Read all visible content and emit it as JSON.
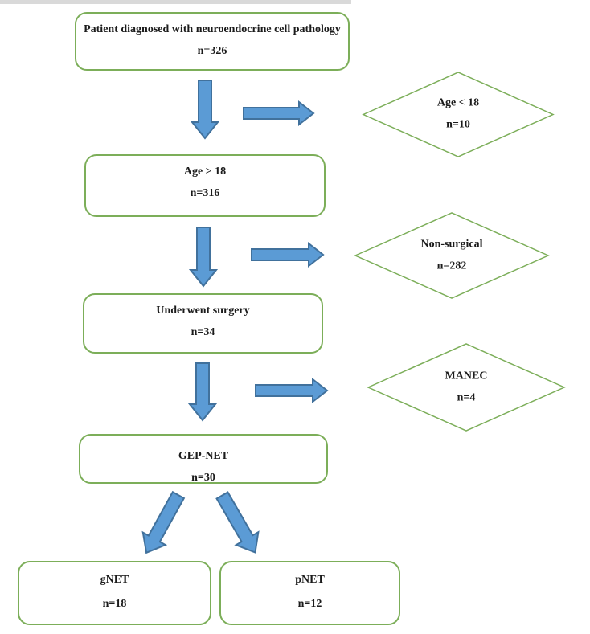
{
  "colors": {
    "node_border": "#7cae59",
    "arrow_fill": "#5b9bd5",
    "arrow_stroke": "#41719c",
    "text": "#1b1b1b"
  },
  "flowchart": {
    "main_nodes": [
      {
        "id": "patient",
        "label": "Patient diagnosed with neuroendocrine cell pathology",
        "count": "n=326"
      },
      {
        "id": "age-over-18",
        "label": "Age > 18",
        "count": "n=316"
      },
      {
        "id": "surgery",
        "label": "Underwent surgery",
        "count": "n=34"
      },
      {
        "id": "gep-net",
        "label": "GEP-NET",
        "count": "n=30"
      },
      {
        "id": "gnet",
        "label": "gNET",
        "count": "n=18"
      },
      {
        "id": "pnet",
        "label": "pNET",
        "count": "n=12"
      }
    ],
    "exclusion_nodes": [
      {
        "id": "age-under-18",
        "label": "Age < 18",
        "count": "n=10"
      },
      {
        "id": "non-surgical",
        "label": "Non-surgical",
        "count": "n=282"
      },
      {
        "id": "manec",
        "label": "MANEC",
        "count": "n=4"
      }
    ]
  }
}
